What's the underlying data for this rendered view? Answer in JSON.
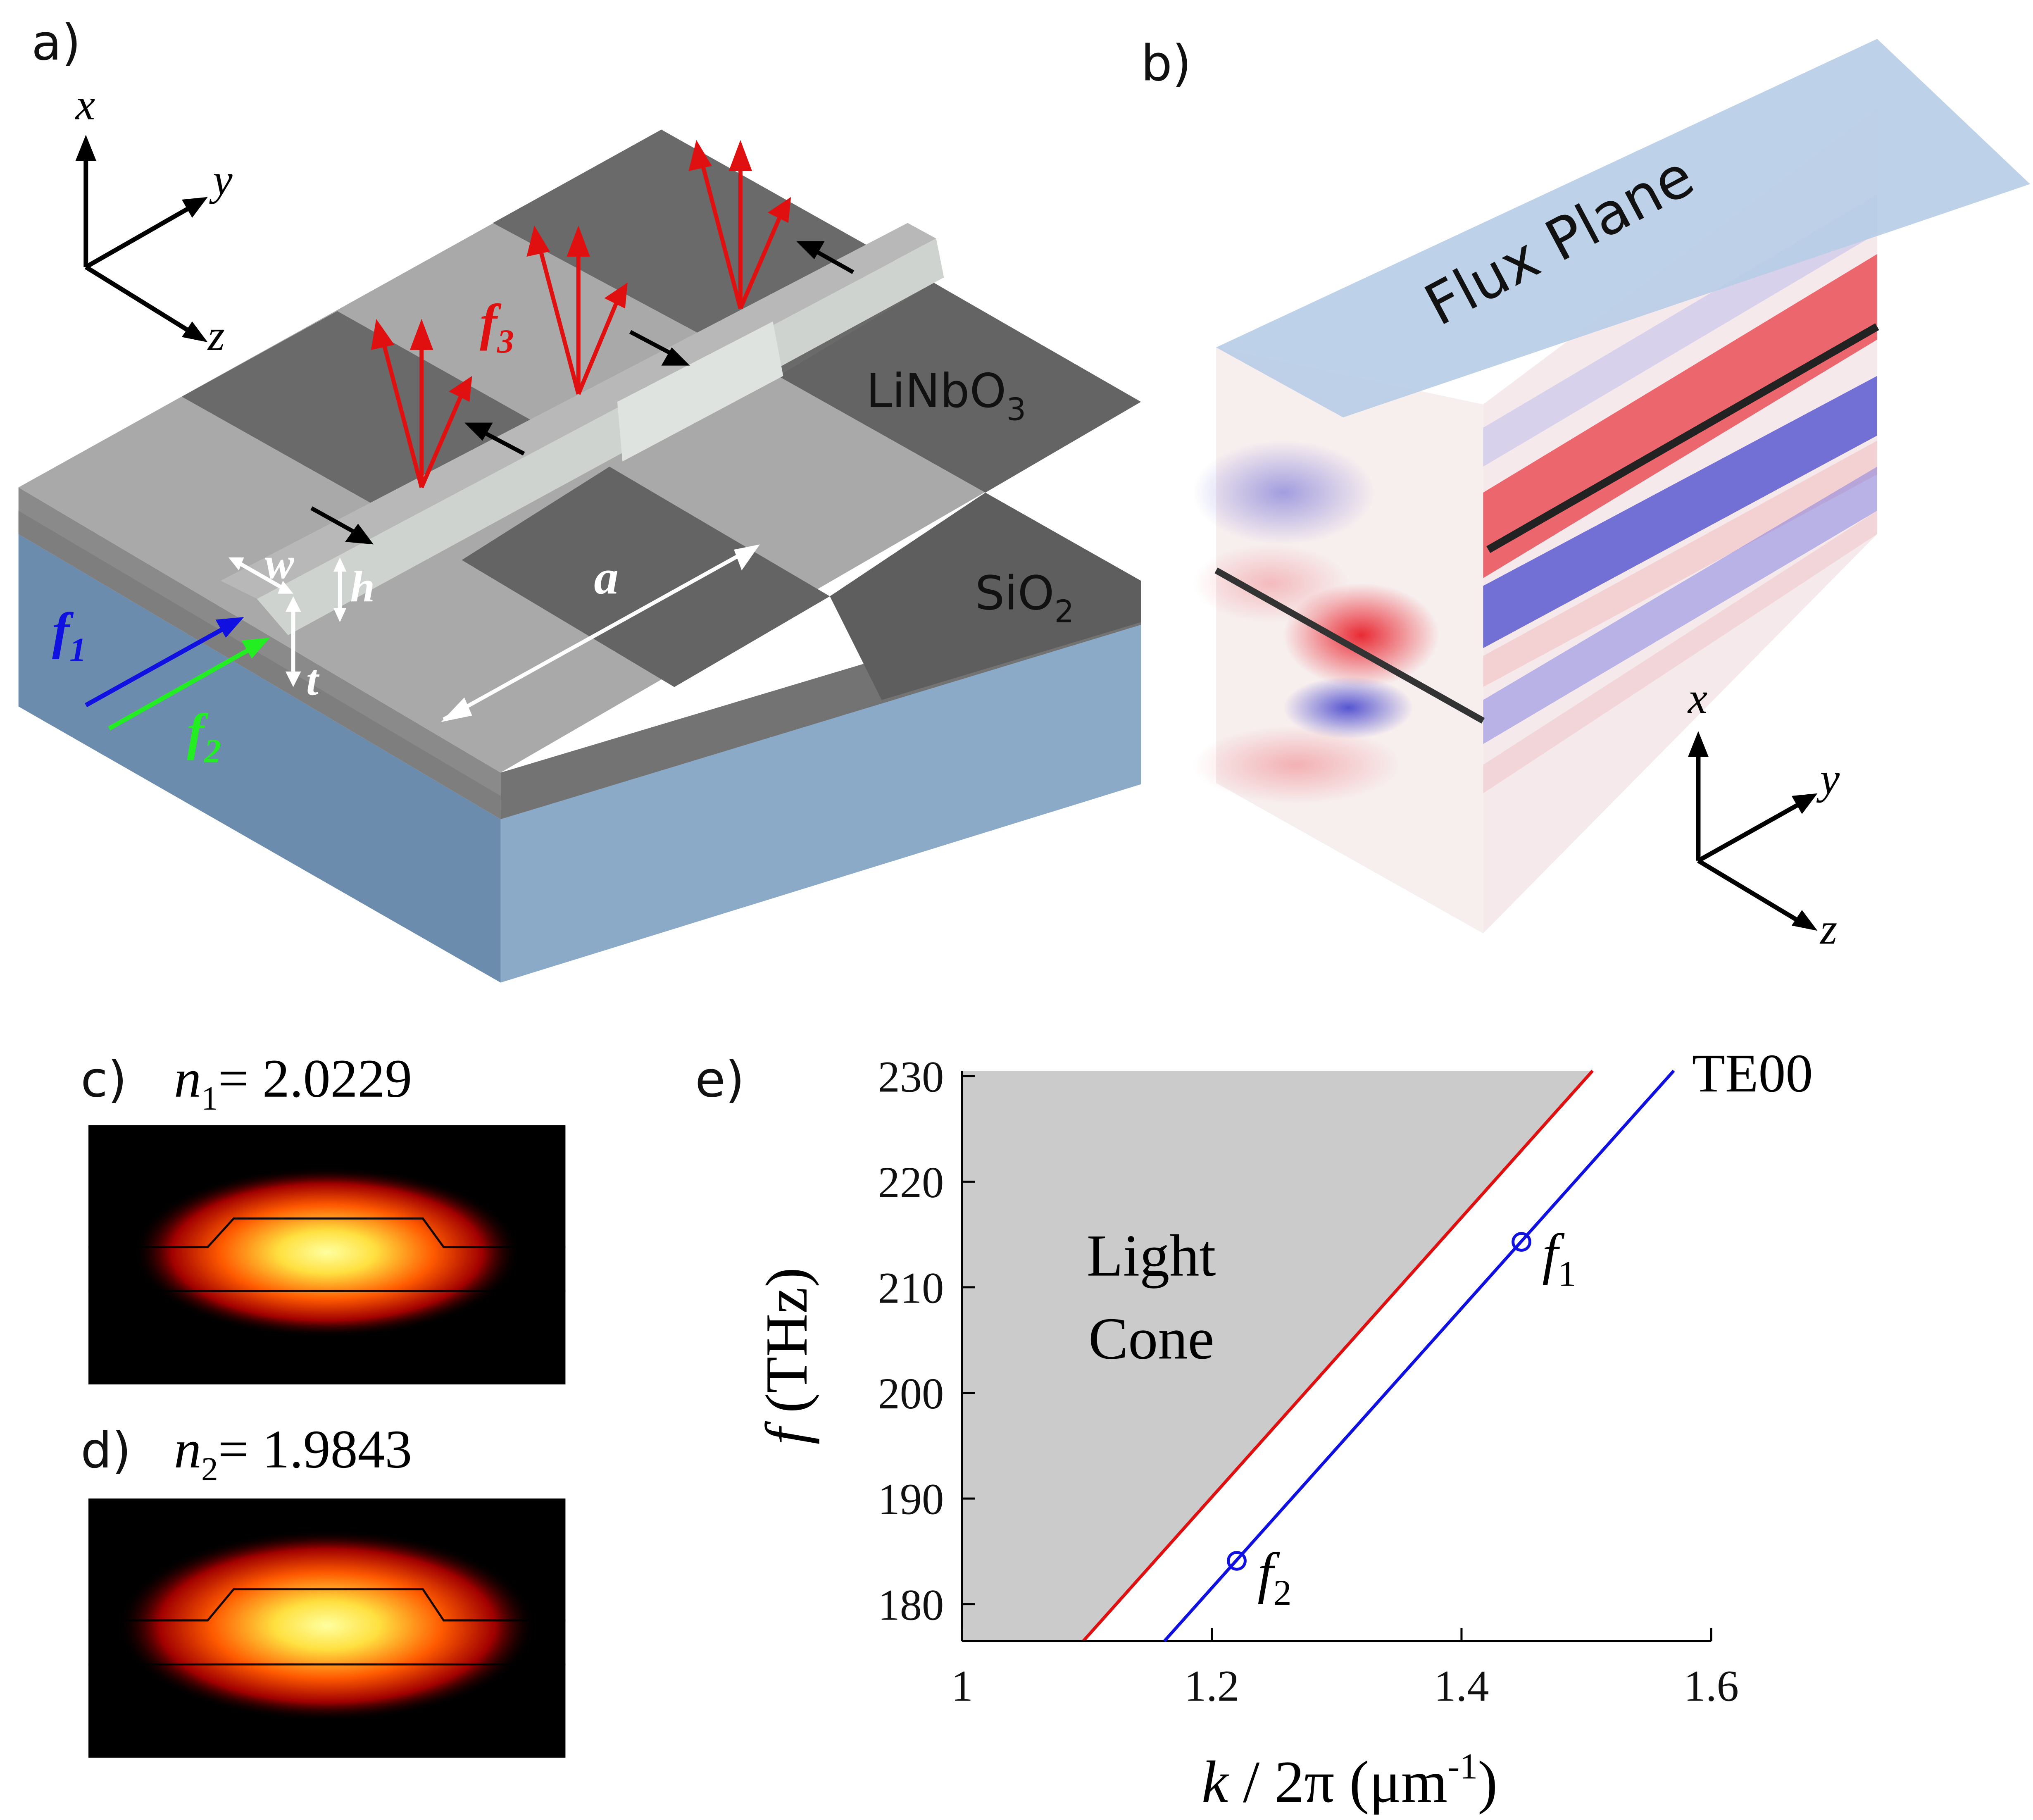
{
  "panels": {
    "a": {
      "label": "a)",
      "axes": {
        "x": "x",
        "y": "y",
        "z": "z"
      },
      "materials": {
        "top_base": "LiNbO",
        "top_sub": "3",
        "bottom_base": "SiO",
        "bottom_sub": "2"
      },
      "dims": {
        "w": "w",
        "h": "h",
        "t": "t",
        "a": "a"
      },
      "inputs": [
        {
          "base": "f",
          "sub": "1",
          "color": "#1010e0"
        },
        {
          "base": "f",
          "sub": "2",
          "color": "#22ee22"
        }
      ],
      "output": {
        "base": "f",
        "sub": "3",
        "color": "#e01010"
      }
    },
    "b": {
      "label": "b)",
      "flux_plane": "Flux Plane",
      "axes": {
        "x": "x",
        "y": "y",
        "z": "z"
      }
    },
    "c": {
      "label": "c)",
      "n_base": "n",
      "n_sub": "1",
      "eq": "= 2.0229"
    },
    "d": {
      "label": "d)",
      "n_base": "n",
      "n_sub": "2",
      "eq": "= 1.9843"
    },
    "e": {
      "label": "e)"
    }
  },
  "chart_data": {
    "type": "line",
    "xlabel_var": "k",
    "xlabel_rest": " / 2π (μm",
    "xlabel_sup": "-1",
    "xlabel_close": ")",
    "ylabel_var": "f",
    "ylabel_rest": " (THz)",
    "xlim": [
      1,
      1.6
    ],
    "ylim": [
      176.5,
      230.5
    ],
    "xticks": [
      "1",
      "1.2",
      "1.4",
      "1.6"
    ],
    "yticks": [
      "180",
      "190",
      "200",
      "210",
      "220",
      "230"
    ],
    "light_cone": {
      "label_line1": "Light",
      "label_line2": "Cone",
      "fill": "#cbcbcb",
      "boundary": [
        [
          1.097,
          176.5
        ],
        [
          1.505,
          230.5
        ]
      ],
      "boundary_color": "#e01010"
    },
    "series": [
      {
        "name": "TE00",
        "color": "#1010e0",
        "points": [
          [
            1.162,
            176.5
          ],
          [
            1.57,
            230.5
          ]
        ]
      }
    ],
    "markers": [
      {
        "base": "f",
        "sub": "1",
        "x": 1.448,
        "y": 214.3
      },
      {
        "base": "f",
        "sub": "2",
        "x": 1.22,
        "y": 184.1
      }
    ]
  }
}
